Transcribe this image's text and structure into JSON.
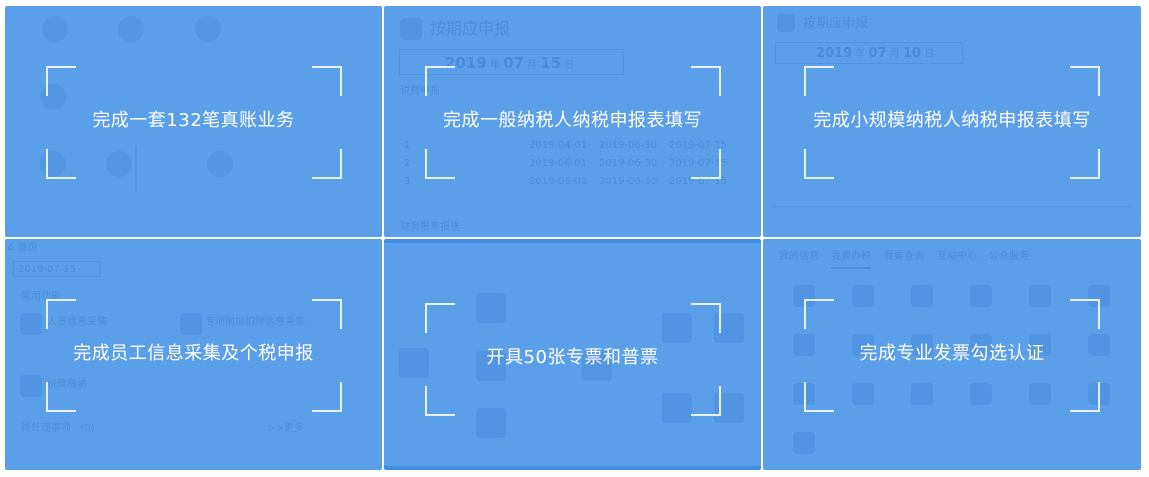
{
  "overlay_color": "#5b9fe9",
  "tiles": [
    {
      "caption": "完成一套132笔真账业务",
      "background": {}
    },
    {
      "caption": "完成一般纳税人纳税申报表填写",
      "background": {
        "title": "按期应申报",
        "date_year": "2019",
        "date_month": "07",
        "date_day": "15",
        "section1": "税费申报",
        "section2": "财务报表报送",
        "rows": [
          {
            "no": "1",
            "start": "2019-04-01",
            "end": "2019-06-30",
            "due": "2019-07-15"
          },
          {
            "no": "2",
            "start": "2019-06-01",
            "end": "2019-06-30",
            "due": "2019-07-15"
          },
          {
            "no": "3",
            "start": "2019-06-01",
            "end": "2019-06-30",
            "due": "2019-07-15"
          }
        ]
      }
    },
    {
      "caption": "完成小规模纳税人纳税申报表填写",
      "background": {
        "title": "按期应申报",
        "date_year": "2019",
        "date_month": "07",
        "date_day": "10"
      }
    },
    {
      "caption": "完成员工信息采集及个税申报",
      "background": {
        "home": "首页",
        "date": "2019-07-15",
        "section1": "常用功能",
        "item1": "人员信息采集",
        "item2": "专项附加扣除信息采集",
        "item3": "税款缴纳",
        "pending": "待处理事项",
        "pending_count": "(0)",
        "more": ">>更多"
      }
    },
    {
      "caption": "开具50张专票和普票",
      "background": {}
    },
    {
      "caption": "完成专业发票勾选认证",
      "background": {
        "tabs": [
          "我的信息",
          "我要办税",
          "我要查询",
          "互动中心",
          "公众服务"
        ]
      }
    }
  ]
}
